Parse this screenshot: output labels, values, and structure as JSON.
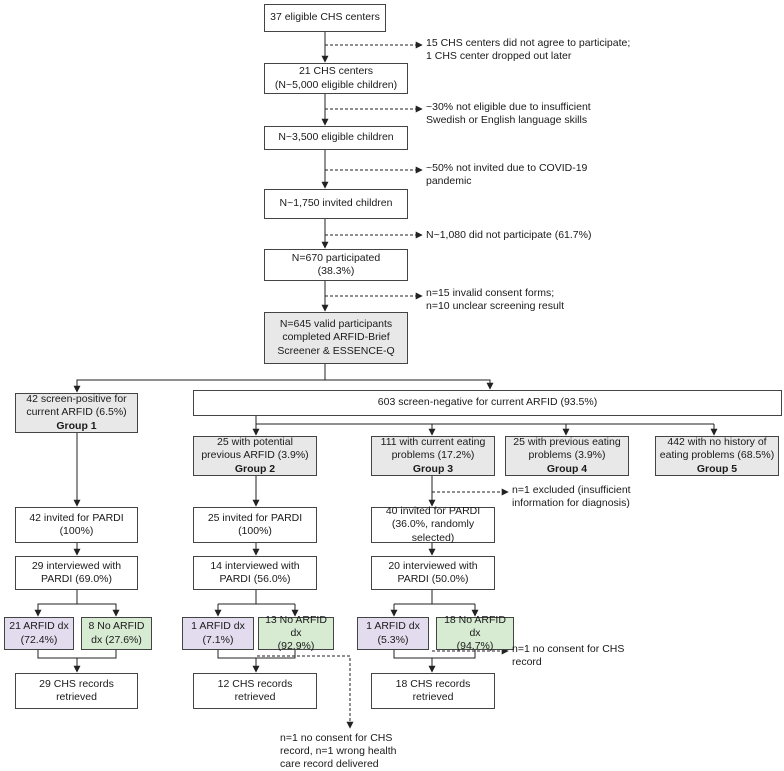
{
  "boxes": {
    "b1": {
      "lines": [
        "37 eligible CHS centers"
      ]
    },
    "b2": {
      "lines": [
        "21 CHS centers",
        "(N~5,000 eligible children)"
      ]
    },
    "b3": {
      "lines": [
        "N~3,500 eligible children"
      ]
    },
    "b4": {
      "lines": [
        "N~1,750 invited children"
      ]
    },
    "b5": {
      "lines": [
        "N=670 participated",
        "(38.3%)"
      ]
    },
    "b6": {
      "lines": [
        "N=645 valid participants",
        "completed ARFID-Brief",
        "Screener & ESSENCE-Q"
      ]
    },
    "g1": {
      "lines": [
        "42 screen-positive for",
        "current ARFID (6.5%)"
      ],
      "group": "Group 1"
    },
    "neg": {
      "lines": [
        "603 screen-negative for current ARFID (93.5%)"
      ]
    },
    "g2": {
      "lines": [
        "25 with potential",
        "previous ARFID (3.9%)"
      ],
      "group": "Group 2"
    },
    "g3": {
      "lines": [
        "111 with current eating",
        "problems (17.2%)"
      ],
      "group": "Group 3"
    },
    "g4": {
      "lines": [
        "25 with previous eating",
        "problems (3.9%)"
      ],
      "group": "Group 4"
    },
    "g5": {
      "lines": [
        "442 with no history of",
        "eating problems (68.5%)"
      ],
      "group": "Group 5"
    },
    "inv1": {
      "lines": [
        "42 invited for PARDI",
        "(100%)"
      ]
    },
    "inv2": {
      "lines": [
        "25 invited for PARDI",
        "(100%)"
      ]
    },
    "inv3": {
      "lines": [
        "40 invited for PARDI",
        "(36.0%, randomly selected)"
      ]
    },
    "int1": {
      "lines": [
        "29 interviewed with",
        "PARDI (69.0%)"
      ]
    },
    "int2": {
      "lines": [
        "14 interviewed with",
        "PARDI (56.0%)"
      ]
    },
    "int3": {
      "lines": [
        "20 interviewed with",
        "PARDI (50.0%)"
      ]
    },
    "a1": {
      "lines": [
        "21 ARFID dx",
        "(72.4%)"
      ]
    },
    "n1": {
      "lines": [
        "8 No ARFID",
        "dx (27.6%)"
      ]
    },
    "a2": {
      "lines": [
        "1 ARFID dx",
        "(7.1%)"
      ]
    },
    "n2": {
      "lines": [
        "13 No ARFID dx",
        "(92.9%)"
      ]
    },
    "a3": {
      "lines": [
        "1 ARFID dx",
        "(5.3%)"
      ]
    },
    "n3": {
      "lines": [
        "18 No ARFID dx",
        "(94.7%)"
      ]
    },
    "r1": {
      "lines": [
        "29 CHS records",
        "retrieved"
      ]
    },
    "r2": {
      "lines": [
        "12 CHS records",
        "retrieved"
      ]
    },
    "r3": {
      "lines": [
        "18 CHS records",
        "retrieved"
      ]
    }
  },
  "notes": {
    "e1": {
      "lines": [
        "15 CHS centers did not agree to participate;",
        "1 CHS center dropped out later"
      ]
    },
    "e2": {
      "lines": [
        "~30% not eligible due to insufficient",
        "Swedish or English language skills"
      ]
    },
    "e3": {
      "lines": [
        "~50% not invited due to COVID-19",
        "pandemic"
      ]
    },
    "e4": {
      "lines": [
        "N~1,080 did not participate (61.7%)"
      ]
    },
    "e5": {
      "lines": [
        "n=15 invalid consent forms;",
        "n=10 unclear screening result"
      ]
    },
    "e6": {
      "lines": [
        "n=1 excluded (insufficient",
        "information for diagnosis)"
      ]
    },
    "e7": {
      "lines": [
        "n=1 no consent for CHS",
        "record"
      ]
    },
    "e8": {
      "lines": [
        "n=1 no consent for CHS",
        "record, n=1 wrong health",
        "care record delivered"
      ]
    }
  },
  "colors": {
    "line": "#222222",
    "gray_fill": "#e8e8e8",
    "purple_fill": "#e3dcef",
    "green_fill": "#d7ebd3"
  }
}
